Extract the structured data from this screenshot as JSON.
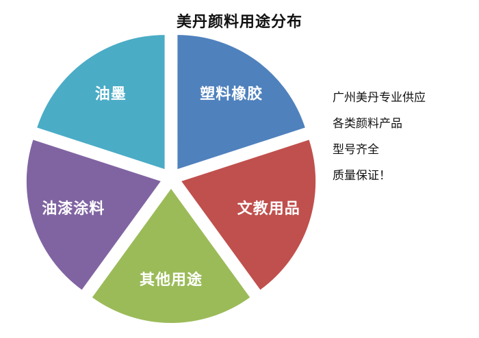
{
  "title": "美丹颜料用途分布",
  "side_text": {
    "lines": [
      "广州美丹专业供应",
      "各类颜料产品",
      "型号齐全",
      "质量保证！"
    ]
  },
  "chart_data": {
    "type": "pie",
    "title": "美丹颜料用途分布",
    "labels": [
      "塑料橡胶",
      "文教用品",
      "其他用途",
      "油漆涂料",
      "油墨"
    ],
    "values": [
      20,
      20,
      20,
      20,
      20
    ],
    "unit": "percent",
    "colors": [
      "#4f81bd",
      "#c0504d",
      "#9bbb59",
      "#8064a2",
      "#4bacc6"
    ],
    "exploded": true,
    "start_angle_deg": 0,
    "direction": "clockwise",
    "legend": "none",
    "label_position": "inside",
    "label_color": "#ffffff",
    "background": "#ffffff"
  }
}
